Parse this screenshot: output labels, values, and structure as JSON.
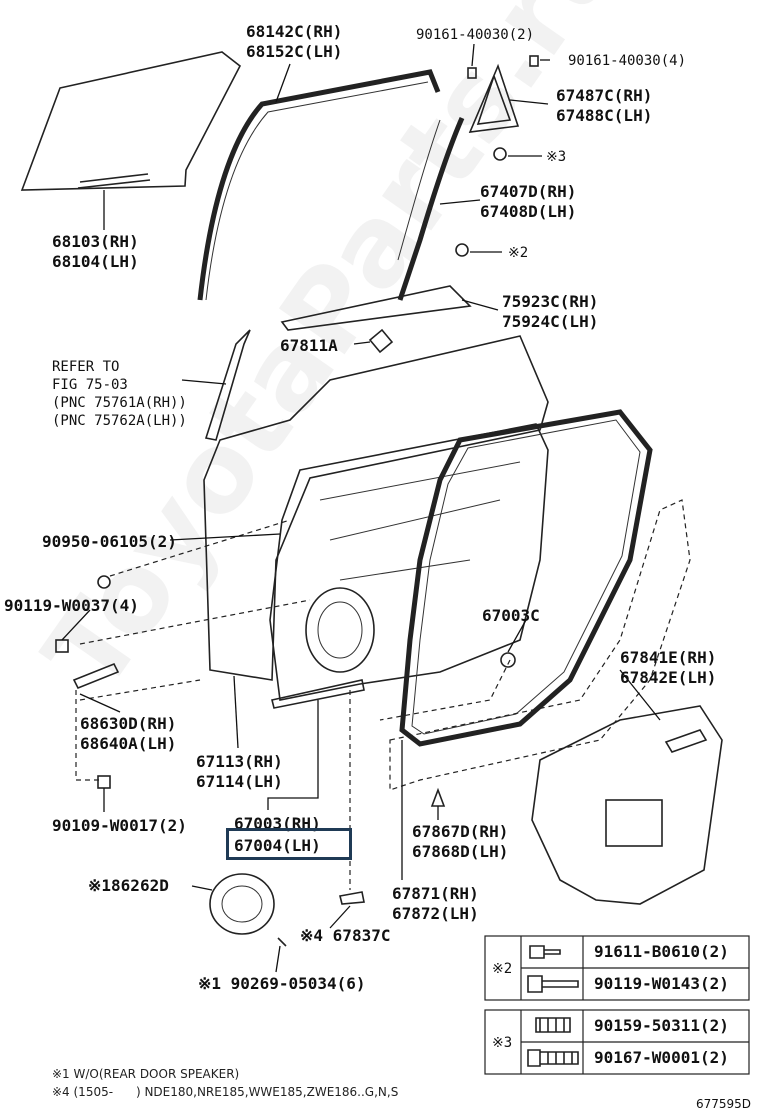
{
  "watermark": "ToyotaParts.ru",
  "labels": {
    "rh_68142c": "68142C(RH)",
    "lh_68152c": "68152C(LH)",
    "bolt_90161_2": "90161-40030(2)",
    "bolt_90161_4": "90161-40030(4)",
    "rh_67487c": "67487C(RH)",
    "lh_67488c": "67488C(LH)",
    "mark3_a": "※3",
    "rh_67407d": "67407D(RH)",
    "lh_67408d": "67408D(LH)",
    "mark2_a": "※2",
    "rh_68103": "68103(RH)",
    "lh_68104": "68104(LH)",
    "rh_75923c": "75923C(RH)",
    "lh_75924c": "75924C(LH)",
    "p_67811a": "67811A",
    "refer_to": "REFER TO",
    "fig": "FIG 75-03",
    "pnc_rh": "(PNC 75761A(RH))",
    "pnc_lh": "(PNC 75762A(LH))",
    "p_90950": "90950-06105(2)",
    "p_90119_w0037": "90119-W0037(4)",
    "p_67003c": "67003C",
    "rh_67841e": "67841E(RH)",
    "lh_67842e": "67842E(LH)",
    "rh_68630d": "68630D(RH)",
    "lh_68640a": "68640A(LH)",
    "rh_67113": "67113(RH)",
    "lh_67114": "67114(LH)",
    "p_90109": "90109-W0017(2)",
    "rh_67003": "67003(RH)",
    "lh_67004": "67004(LH)",
    "rh_67867d": "67867D(RH)",
    "lh_67868d": "67868D(LH)",
    "p_86262d": "※186262D",
    "rh_67871": "67871(RH)",
    "lh_67872": "67872(LH)",
    "p_67837c": "※4 67837C",
    "p_90269": "※1 90269-05034(6)"
  },
  "fastener_table": {
    "groups": [
      {
        "mark": "※2",
        "rows": [
          "91611-B0610(2)",
          "90119-W0143(2)"
        ]
      },
      {
        "mark": "※3",
        "rows": [
          "90159-50311(2)",
          "90167-W0001(2)"
        ]
      }
    ]
  },
  "notes": [
    "※1 W/O(REAR DOOR SPEAKER)",
    "※4 (1505-      ) NDE180,NRE185,WWE185,ZWE186..G,N,S"
  ],
  "diagram_code": "677595D",
  "colors": {
    "highlight": "#1f3a55",
    "line": "#222222"
  }
}
